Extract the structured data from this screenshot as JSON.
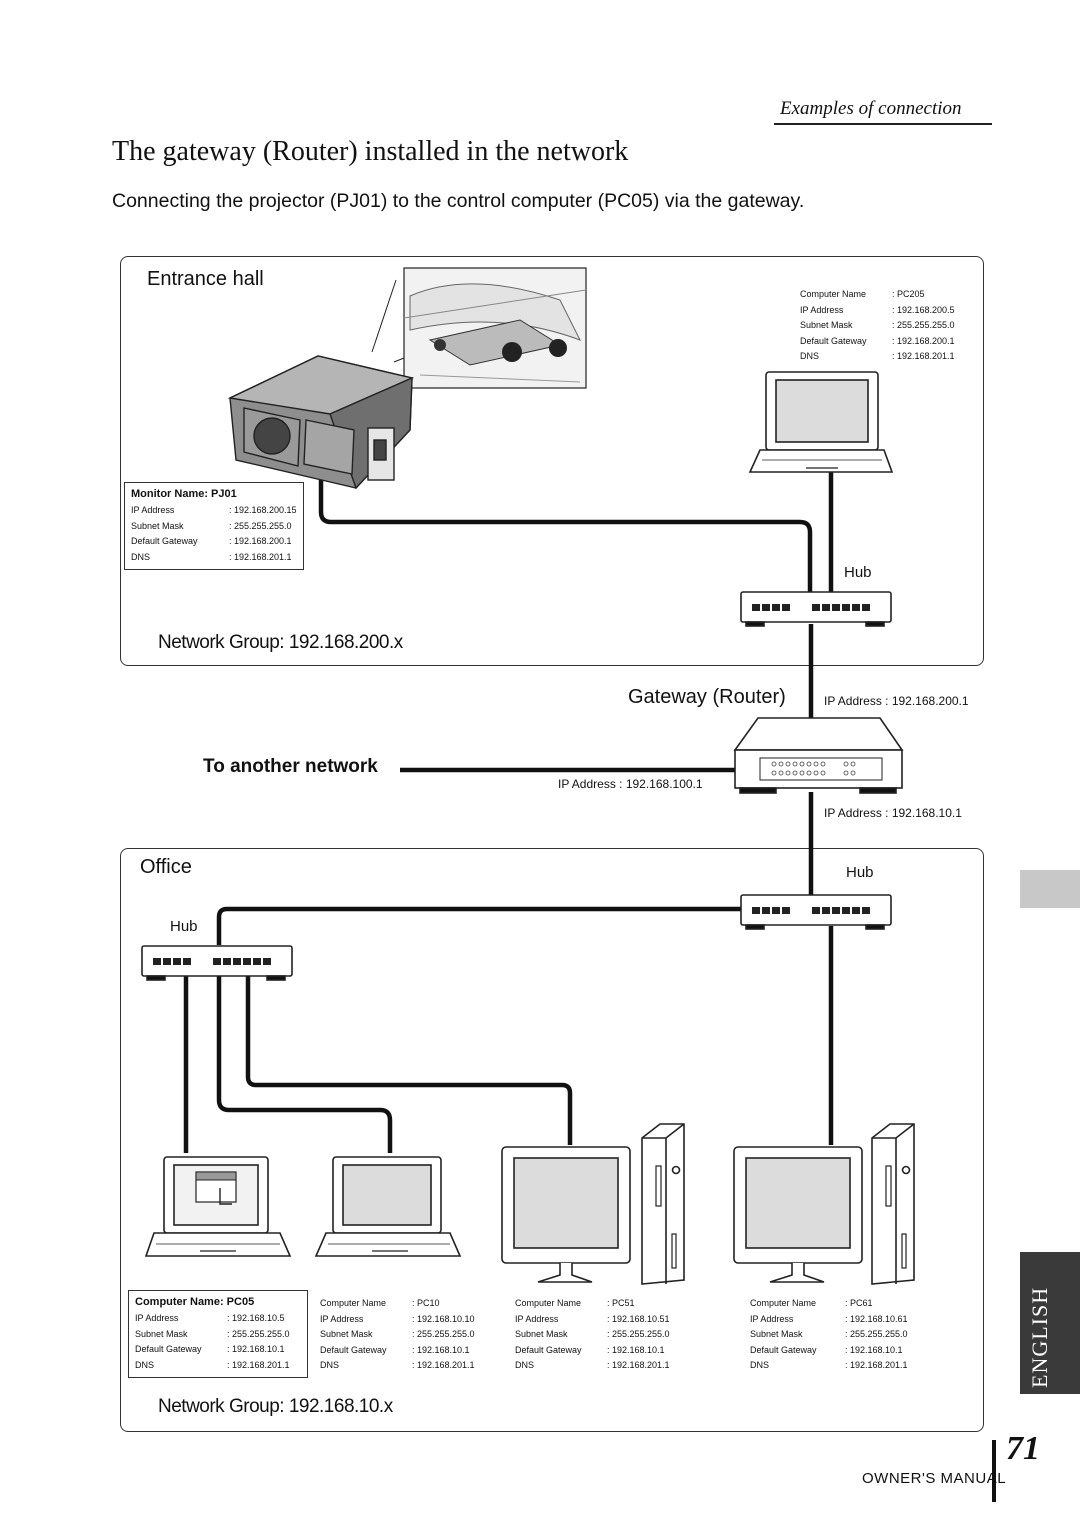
{
  "header": {
    "section": "Examples of connection",
    "title": "The gateway (Router) installed in the network",
    "subtitle": "Connecting the projector (PJ01) to the control computer (PC05) via the gateway."
  },
  "entrance": {
    "label": "Entrance hall",
    "network_group": "Network Group: 192.168.200.x",
    "hub_label": "Hub",
    "pj01": {
      "title": "Monitor Name: PJ01",
      "rows": [
        [
          "IP Address",
          ": 192.168.200.15"
        ],
        [
          "Subnet Mask",
          ": 255.255.255.0"
        ],
        [
          "Default Gateway",
          ": 192.168.200.1"
        ],
        [
          "DNS",
          ": 192.168.201.1"
        ]
      ]
    },
    "pc205": {
      "rows": [
        [
          "Computer Name",
          ": PC205"
        ],
        [
          "IP Address",
          ": 192.168.200.5"
        ],
        [
          "Subnet Mask",
          ": 255.255.255.0"
        ],
        [
          "Default Gateway",
          ": 192.168.200.1"
        ],
        [
          "DNS",
          ": 192.168.201.1"
        ]
      ]
    }
  },
  "gateway": {
    "label": "Gateway (Router)",
    "ip_top": "IP Address : 192.168.200.1",
    "ip_left": "IP Address : 192.168.100.1",
    "ip_bottom": "IP Address : 192.168.10.1",
    "another_network": "To another network"
  },
  "office": {
    "label": "Office",
    "hub_right": "Hub",
    "hub_left": "Hub",
    "network_group": "Network Group: 192.168.10.x",
    "pc05": {
      "title": "Computer Name: PC05",
      "rows": [
        [
          "IP Address",
          ": 192.168.10.5"
        ],
        [
          "Subnet Mask",
          ": 255.255.255.0"
        ],
        [
          "Default Gateway",
          ": 192.168.10.1"
        ],
        [
          "DNS",
          ": 192.168.201.1"
        ]
      ]
    },
    "pc10": {
      "rows": [
        [
          "Computer Name",
          ": PC10"
        ],
        [
          "IP Address",
          ": 192.168.10.10"
        ],
        [
          "Subnet Mask",
          ": 255.255.255.0"
        ],
        [
          "Default Gateway",
          ": 192.168.10.1"
        ],
        [
          "DNS",
          ": 192.168.201.1"
        ]
      ]
    },
    "pc51": {
      "rows": [
        [
          "Computer Name",
          ": PC51"
        ],
        [
          "IP Address",
          ": 192.168.10.51"
        ],
        [
          "Subnet Mask",
          ": 255.255.255.0"
        ],
        [
          "Default Gateway",
          ": 192.168.10.1"
        ],
        [
          "DNS",
          ": 192.168.201.1"
        ]
      ]
    },
    "pc61": {
      "rows": [
        [
          "Computer Name",
          ": PC61"
        ],
        [
          "IP Address",
          ": 192.168.10.61"
        ],
        [
          "Subnet Mask",
          ": 255.255.255.0"
        ],
        [
          "Default Gateway",
          ": 192.168.10.1"
        ],
        [
          "DNS",
          ": 192.168.201.1"
        ]
      ]
    }
  },
  "footer": {
    "language_tab": "ENGLISH",
    "page_number": "71",
    "manual": "OWNER'S MANUAL"
  },
  "colors": {
    "line": "#111111",
    "tab_gray": "#c8c8c8",
    "tab_dark": "#3a3a3a"
  }
}
